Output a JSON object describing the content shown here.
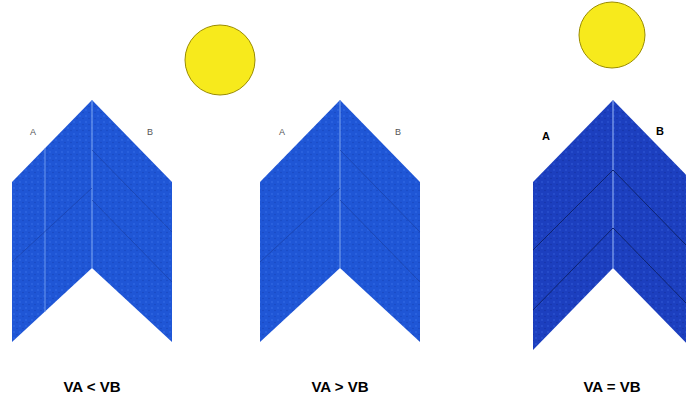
{
  "diagram": {
    "labels": [
      "A",
      "B",
      "A",
      "B",
      "A",
      "B",
      "VA < VB",
      "VA > VB",
      "VA = VB"
    ]
  }
}
